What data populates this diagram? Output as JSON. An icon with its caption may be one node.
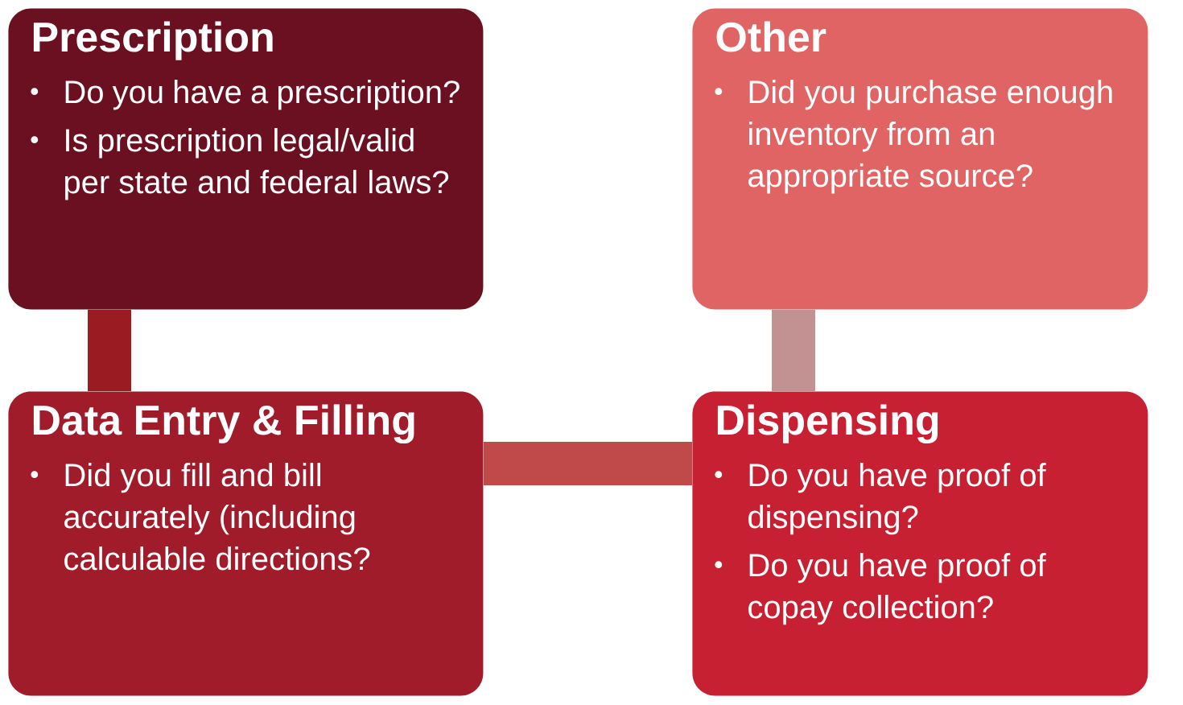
{
  "diagram": {
    "nodes": [
      {
        "text": [
          "Prescription",
          "Do you have a prescription?",
          "Is prescription legal/valid per state and federal laws?"
        ]
      },
      {
        "text": [
          "Other",
          "Did you purchase enough inventory from an appropriate source?"
        ]
      },
      {
        "text": [
          "Data Entry & Filling",
          "Did you fill and bill accurately (including calculable directions?"
        ]
      },
      {
        "text": [
          "Dispensing",
          "Do you have proof of dispensing?",
          "Do you have proof of copay collection?"
        ]
      }
    ],
    "edges": [
      {
        "from": 0,
        "to": 2,
        "arrow": "none",
        "color": "#9a1b22"
      },
      {
        "from": 1,
        "to": 3,
        "arrow": "none",
        "color": "#c29292"
      },
      {
        "from": 2,
        "to": 3,
        "arrow": "none",
        "color": "#c04a4a"
      }
    ]
  }
}
